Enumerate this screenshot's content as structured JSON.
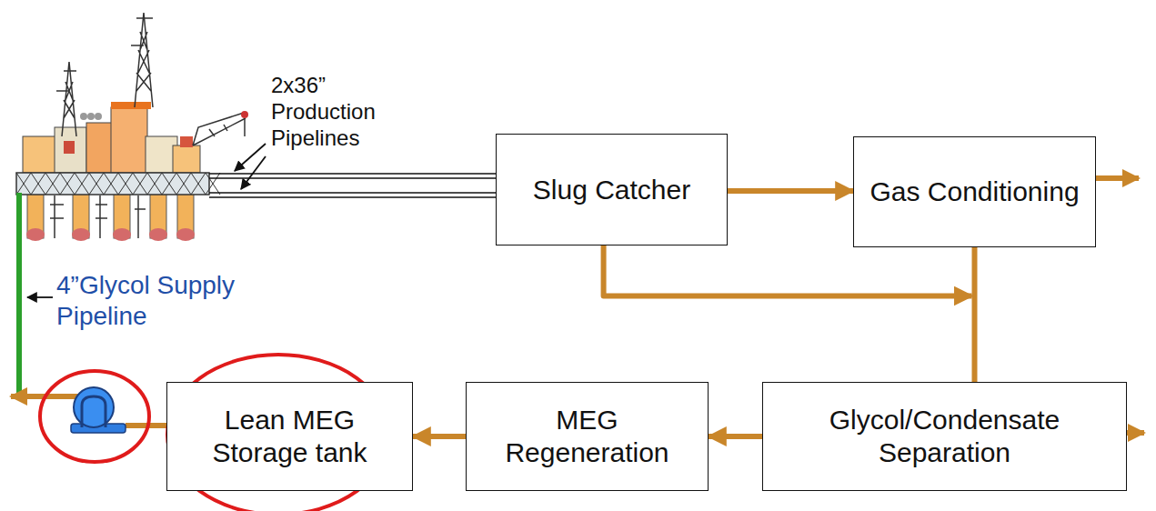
{
  "diagram": {
    "nodes": [
      {
        "text": [
          "Slug Catcher"
        ]
      },
      {
        "text": [
          "Gas Conditioning"
        ]
      },
      {
        "text": [
          "Glycol/Condensate Separation"
        ]
      },
      {
        "text": [
          "MEG Regeneration"
        ]
      },
      {
        "text": [
          "Lean MEG Storage tank"
        ]
      }
    ],
    "edges": [
      {
        "from": 0,
        "to": 1,
        "arrow": "to"
      },
      {
        "from": 0,
        "to": 2,
        "arrow": "to"
      },
      {
        "from": 1,
        "to": 2,
        "arrow": "none"
      },
      {
        "from": 2,
        "to": 3,
        "arrow": "to"
      },
      {
        "from": 3,
        "to": 4,
        "arrow": "to"
      }
    ],
    "labels": [
      "2x36” Production Pipelines",
      "4”Glycol Supply Pipeline"
    ]
  }
}
